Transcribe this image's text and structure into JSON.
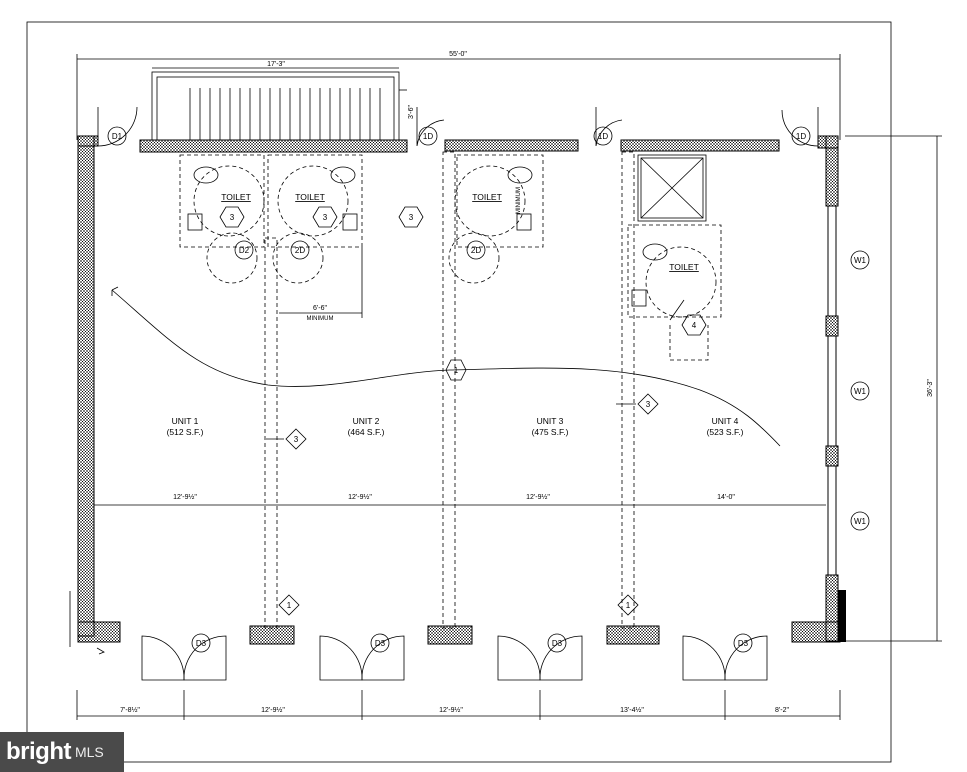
{
  "plan": {
    "overall_width": "55'-0\"",
    "overall_depth": "36'-3\"",
    "stair_width": "17'-3\"",
    "stair_depth": "3'-6\"",
    "toilet_min_clearance": "6'-6\"",
    "minimum_label": "MINIMUM",
    "units": [
      {
        "name": "UNIT 1",
        "area": "(512 S.F.)"
      },
      {
        "name": "UNIT 2",
        "area": "(464 S.F.)"
      },
      {
        "name": "UNIT 3",
        "area": "(475 S.F.)"
      },
      {
        "name": "UNIT 4",
        "area": "(523 S.F.)"
      }
    ],
    "toilet_label": "TOILET",
    "interior_dims": [
      "12'-9½\"",
      "12'-9½\"",
      "12'-9½\"",
      "14'-0\""
    ],
    "bottom_dims": [
      "7'-8½\"",
      "12'-9½\"",
      "12'-9½\"",
      "13'-4½\"",
      "8'-2\""
    ],
    "tags": {
      "d1": "D1",
      "one_d": "1D",
      "d2": "D2",
      "two_d": "2D",
      "d3": "D3",
      "w1": "W1",
      "h1": "1",
      "t3": "3",
      "t4": "4",
      "t1": "1"
    }
  },
  "logo": {
    "brand": "bright",
    "suffix": "MLS"
  }
}
